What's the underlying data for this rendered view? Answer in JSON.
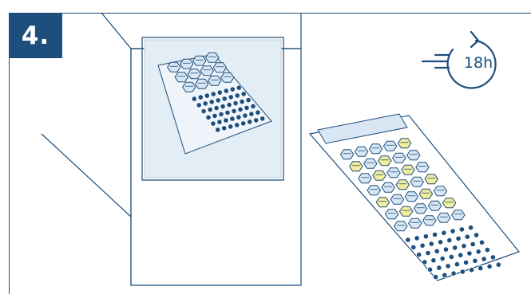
{
  "step": {
    "number": "4."
  },
  "incubation": {
    "time": "18h"
  },
  "colors": {
    "accent": "#1d4e7c",
    "glass": "#e3edf5",
    "glass_edge": "#c6d8e7",
    "tube_empty": "#d8e7f3",
    "tube_filled": "#1d4e7c",
    "tube_positive": "#f3ed9e",
    "stroke": "#1d4e7c"
  },
  "icons": {
    "step": "step-number-badge",
    "timer": "clockwise-arrow-icon",
    "motion": "speed-lines-icon"
  },
  "incubator_tray": {
    "state": "inside-incubator",
    "compartment_rows": 3,
    "compartment_cols": 4,
    "well_rows": 6,
    "well_cols": 8
  },
  "result_tray": {
    "state": "after-incubation",
    "compartment_rows": 7,
    "compartment_cols": 5,
    "well_rows": 6,
    "well_cols": 8,
    "positive_compartments": [
      [
        0,
        4
      ],
      [
        1,
        0
      ],
      [
        1,
        2
      ],
      [
        2,
        1
      ],
      [
        2,
        3
      ],
      [
        3,
        2
      ],
      [
        3,
        4
      ],
      [
        4,
        0
      ],
      [
        4,
        3
      ],
      [
        5,
        1
      ],
      [
        5,
        4
      ]
    ]
  }
}
